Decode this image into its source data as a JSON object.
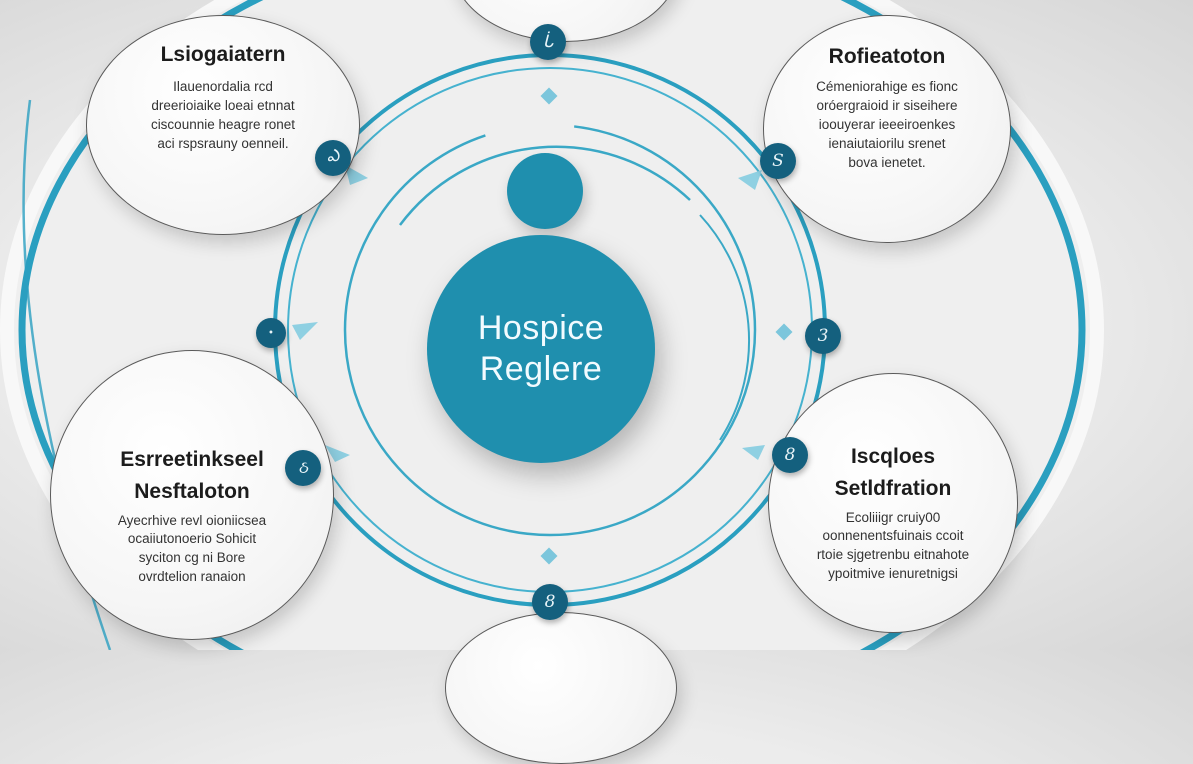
{
  "diagram": {
    "center": {
      "line1": "Hospice",
      "line2": "Reglere",
      "color": "#1f8fae"
    },
    "accent_color": "#2a9fc0",
    "badge_color": "#14607e",
    "nodes": [
      {
        "position": "top-left",
        "title": "Lsiogaiatern",
        "body": [
          "Ilauenordalia rcd",
          "dreerioiaike loeai etnnat",
          "ciscounnie heagre ronet",
          "aci rspsrauny oenneil."
        ],
        "badge": "ఎ"
      },
      {
        "position": "top-right",
        "title": "Rofieatoton",
        "body": [
          "Cémeniorahige es fionc",
          "oróergraioid ir siseihere",
          "ioouyerar ieeeiroenkes",
          "ienaiutaiorilu srenet",
          "bova ienetet."
        ],
        "badge": "S"
      },
      {
        "position": "bottom-left",
        "title": "Esrreetinkseel",
        "title2": "Nesftaloton",
        "body": [
          "Ayecrhive revl oioniicsea",
          "ocaiiutonoerio Sohicit",
          "syciton cg ni Bore",
          "ovrdtelion ranaion"
        ],
        "badge": "ઠ"
      },
      {
        "position": "bottom-right",
        "title": "Iscqloes",
        "title2": "Setldfration",
        "body": [
          "Ecoliiigr cruiy00",
          "oonnenentsfuinais ccoit",
          "rtoie sjgetrenbu eitnahote",
          "ypoitmive ienuretnigsi"
        ],
        "badge": "8"
      }
    ],
    "ring_badges": [
      {
        "position": "top",
        "label": "ᒑ"
      },
      {
        "position": "left",
        "label": "•"
      },
      {
        "position": "right",
        "label": "3"
      },
      {
        "position": "bottom",
        "label": "8"
      }
    ]
  }
}
